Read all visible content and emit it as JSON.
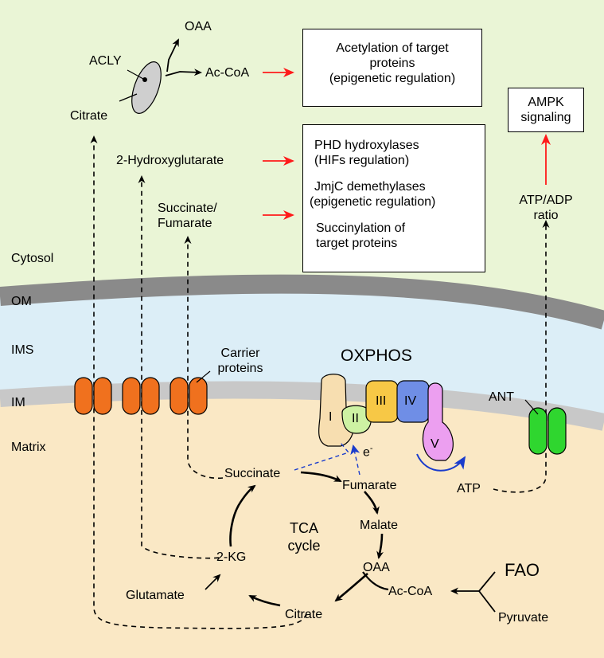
{
  "regions": {
    "cytosol": "Cytosol",
    "om": "OM",
    "ims": "IMS",
    "im": "IM",
    "matrix": "Matrix"
  },
  "cytosol": {
    "oaa": "OAA",
    "acly": "ACLY",
    "ac_coa": "Ac-CoA",
    "citrate": "Citrate",
    "two_hg": "2-Hydroxyglutarate",
    "succ_fum_1": "Succinate/",
    "succ_fum_2": "Fumarate",
    "atp_adp_1": "ATP/ADP",
    "atp_adp_2": "ratio"
  },
  "boxes": {
    "acetylation": [
      "Acetylation of target",
      "proteins",
      "(epigenetic regulation)"
    ],
    "ampk": [
      "AMPK",
      "signaling"
    ],
    "effects": [
      "PHD hydroxylases",
      "(HIFs regulation)",
      "JmjC demethylases",
      "(epigenetic regulation)",
      "Succinylation of",
      "target proteins"
    ]
  },
  "membrane": {
    "carrier_1": "Carrier",
    "carrier_2": "proteins",
    "oxphos": "OXPHOS",
    "complexes": [
      "I",
      "II",
      "III",
      "IV",
      "V"
    ],
    "electron": "e",
    "electron_sup": "-",
    "ant": "ANT"
  },
  "matrix": {
    "succinate": "Succinate",
    "fumarate": "Fumarate",
    "malate": "Malate",
    "oaa": "OAA",
    "ac_coa": "Ac-CoA",
    "citrate": "Citrate",
    "two_kg": "2-KG",
    "glutamate": "Glutamate",
    "tca_1": "TCA",
    "tca_2": "cycle",
    "atp": "ATP",
    "fao": "FAO",
    "pyruvate": "Pyruvate"
  },
  "colors": {
    "cytosol": "#eaf5d6",
    "om": "#8a8a8a",
    "ims": "#dceef7",
    "im": "#c8c8c8",
    "matrix": "#fae8c5",
    "carrier": "#f0711e",
    "ant": "#2fd62f",
    "complex_I": "#f7deb0",
    "complex_II": "#cdf2a3",
    "complex_III": "#f7c846",
    "complex_IV": "#6f8ee6",
    "complex_V": "#ec9ff0",
    "red_arrow": "#ff1a1a",
    "blue_arrow": "#1a3ccc"
  }
}
